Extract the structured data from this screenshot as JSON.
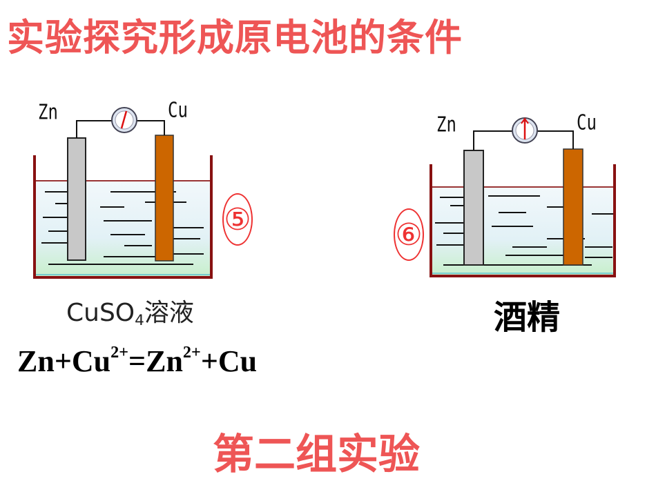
{
  "title": "实验探究形成原电池的条件",
  "cells": [
    {
      "number": "⑤",
      "left_label": "Zn",
      "right_label": "Cu",
      "solution": {
        "main": "CuSO",
        "sub": "4",
        "tail": "溶液"
      }
    },
    {
      "number": "⑥",
      "left_label": "Zn",
      "right_label": "Cu",
      "solution": {
        "main": "酒精",
        "sub": "",
        "tail": ""
      }
    }
  ],
  "equation": {
    "a": "Zn+Cu",
    "s1": "2+",
    "b": "=Zn",
    "s2": "2+",
    "c": "+Cu"
  },
  "subtitle": "第二组实验",
  "colors": {
    "title": "#ee5555",
    "zinc": "#c8c8c8",
    "copper": "#cc6600",
    "solution": "#e6f2f8",
    "solution_bottom": "#ccf0d0",
    "beaker": "#881111"
  }
}
